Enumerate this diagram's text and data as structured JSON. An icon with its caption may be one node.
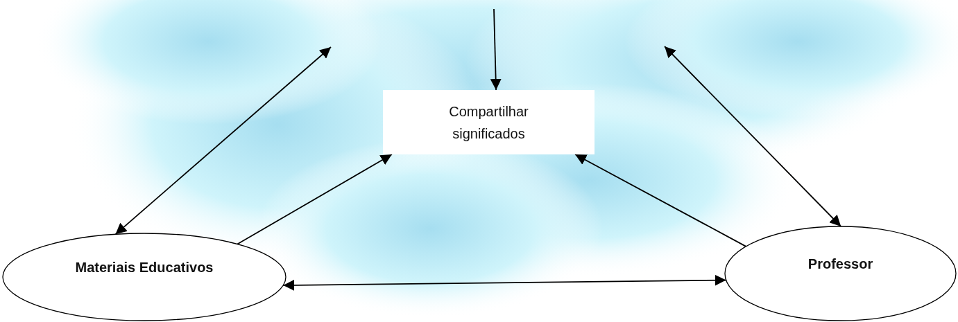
{
  "diagram": {
    "nodes": [
      {
        "text": [
          "Compartilhar significados"
        ]
      },
      {
        "text": [
          "Materiais Educativos"
        ]
      },
      {
        "text": [
          "Professor"
        ]
      }
    ],
    "edges": [
      {
        "from": null,
        "to": 0,
        "arrow": "to"
      },
      {
        "from": null,
        "to": 1,
        "arrow": "both"
      },
      {
        "from": 1,
        "to": 0,
        "arrow": "to"
      },
      {
        "from": 2,
        "to": 0,
        "arrow": "to"
      },
      {
        "from": null,
        "to": 2,
        "arrow": "both"
      },
      {
        "from": 1,
        "to": 2,
        "arrow": "both"
      }
    ]
  }
}
